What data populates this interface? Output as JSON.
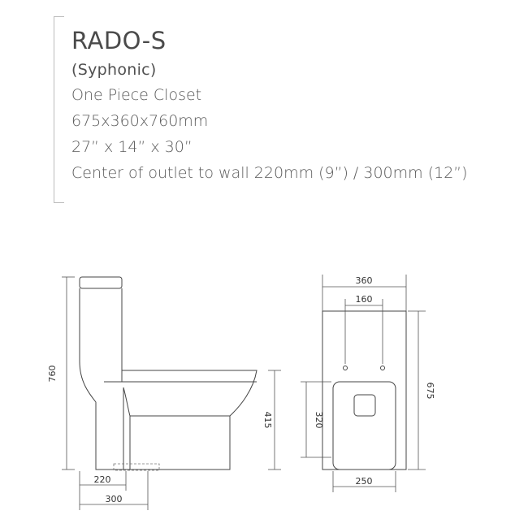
{
  "spec": {
    "title": "RADO-S",
    "subtitle": "(Syphonic)",
    "lines": [
      "One Piece Closet",
      "675x360x760mm",
      "27” x 14” x 30”",
      "Center of outlet to wall 220mm (9”) / 300mm (12”)"
    ]
  },
  "side_view": {
    "dim_height": "760",
    "dim_seat_height": "415",
    "dim_outlet": "220",
    "dim_wall": "300"
  },
  "top_view": {
    "dim_width": "360",
    "dim_holes": "160",
    "dim_length": "675",
    "dim_seat": "320",
    "dim_base": "250"
  }
}
